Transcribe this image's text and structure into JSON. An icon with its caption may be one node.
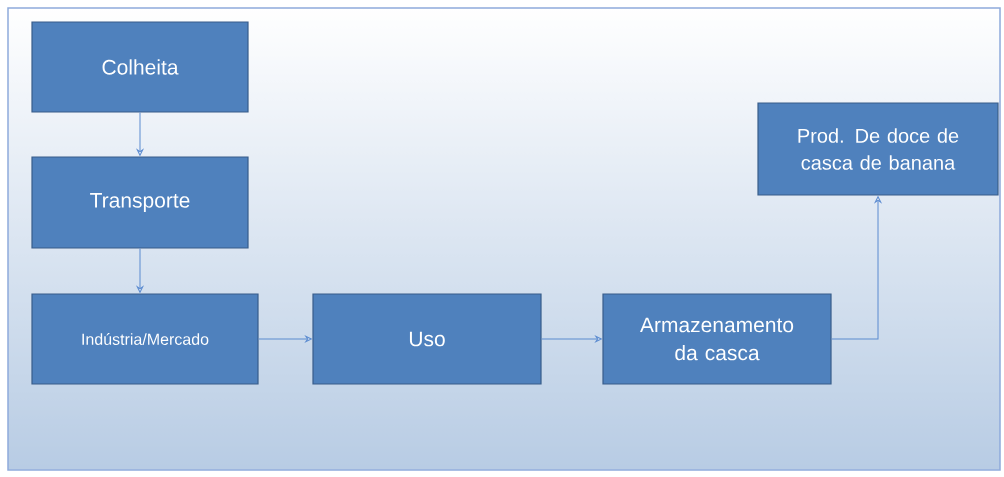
{
  "diagram": {
    "nodes": [
      {
        "text": [
          "Colheita"
        ]
      },
      {
        "text": [
          "Transporte"
        ]
      },
      {
        "text": [
          "Indústria/Mercado"
        ]
      },
      {
        "text": [
          "Uso"
        ]
      },
      {
        "text": [
          "Armazenamento da casca"
        ]
      },
      {
        "text": [
          "Prod. De doce de casca de banana"
        ]
      }
    ],
    "edges": [
      {
        "from": 0,
        "to": 1,
        "arrow": "to"
      },
      {
        "from": 1,
        "to": 2,
        "arrow": "to"
      },
      {
        "from": 2,
        "to": 3,
        "arrow": "to"
      },
      {
        "from": 3,
        "to": 4,
        "arrow": "to"
      },
      {
        "from": 4,
        "to": 5,
        "arrow": "to"
      }
    ]
  }
}
